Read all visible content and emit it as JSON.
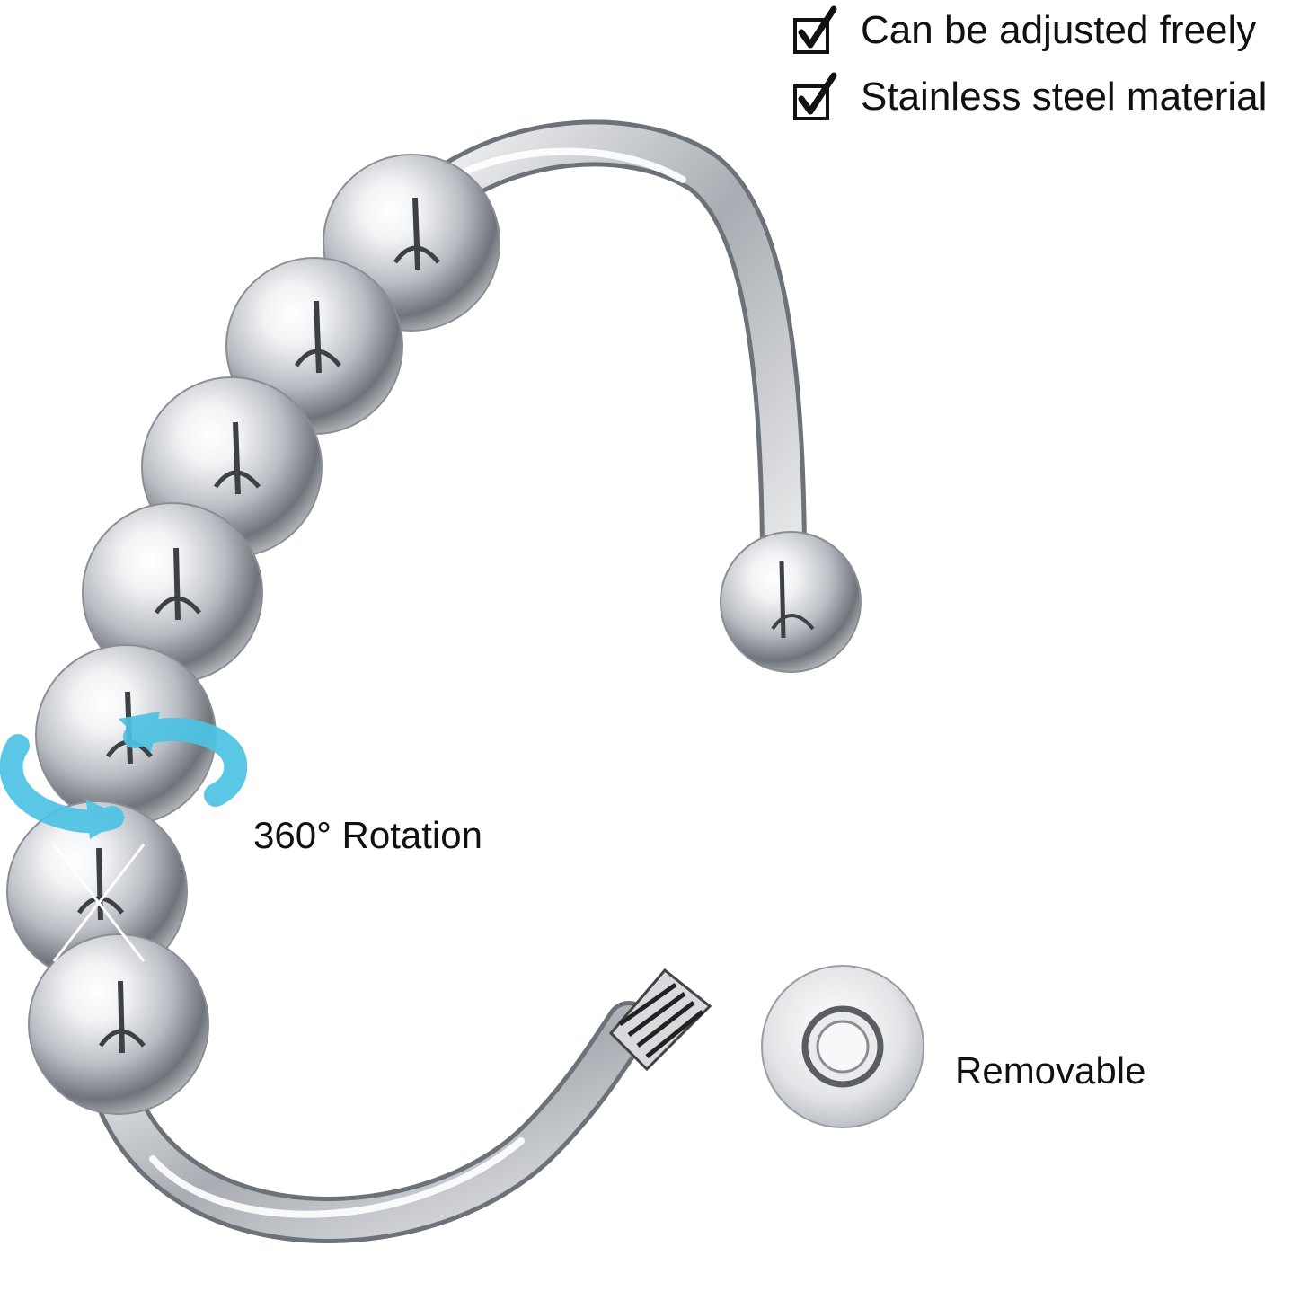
{
  "features": [
    {
      "label": "Can be adjusted freely",
      "icon": "checkbox-checked-icon"
    },
    {
      "label": "Stainless steel material",
      "icon": "checkbox-checked-icon"
    }
  ],
  "callouts": {
    "rotation": "360° Rotation",
    "removable": "Removable"
  },
  "colors": {
    "text": "#111111",
    "rotation_arrow": "#4cc3e3",
    "metal_highlight": "#ffffff",
    "metal_shadow": "#555a60"
  },
  "product": {
    "spinner_bead_count": 7,
    "icons": [
      "open-ring-band",
      "spinner-bead",
      "rotation-arrow-icon",
      "threaded-end",
      "end-ball",
      "removable-cap",
      "sparkle-icon"
    ]
  }
}
